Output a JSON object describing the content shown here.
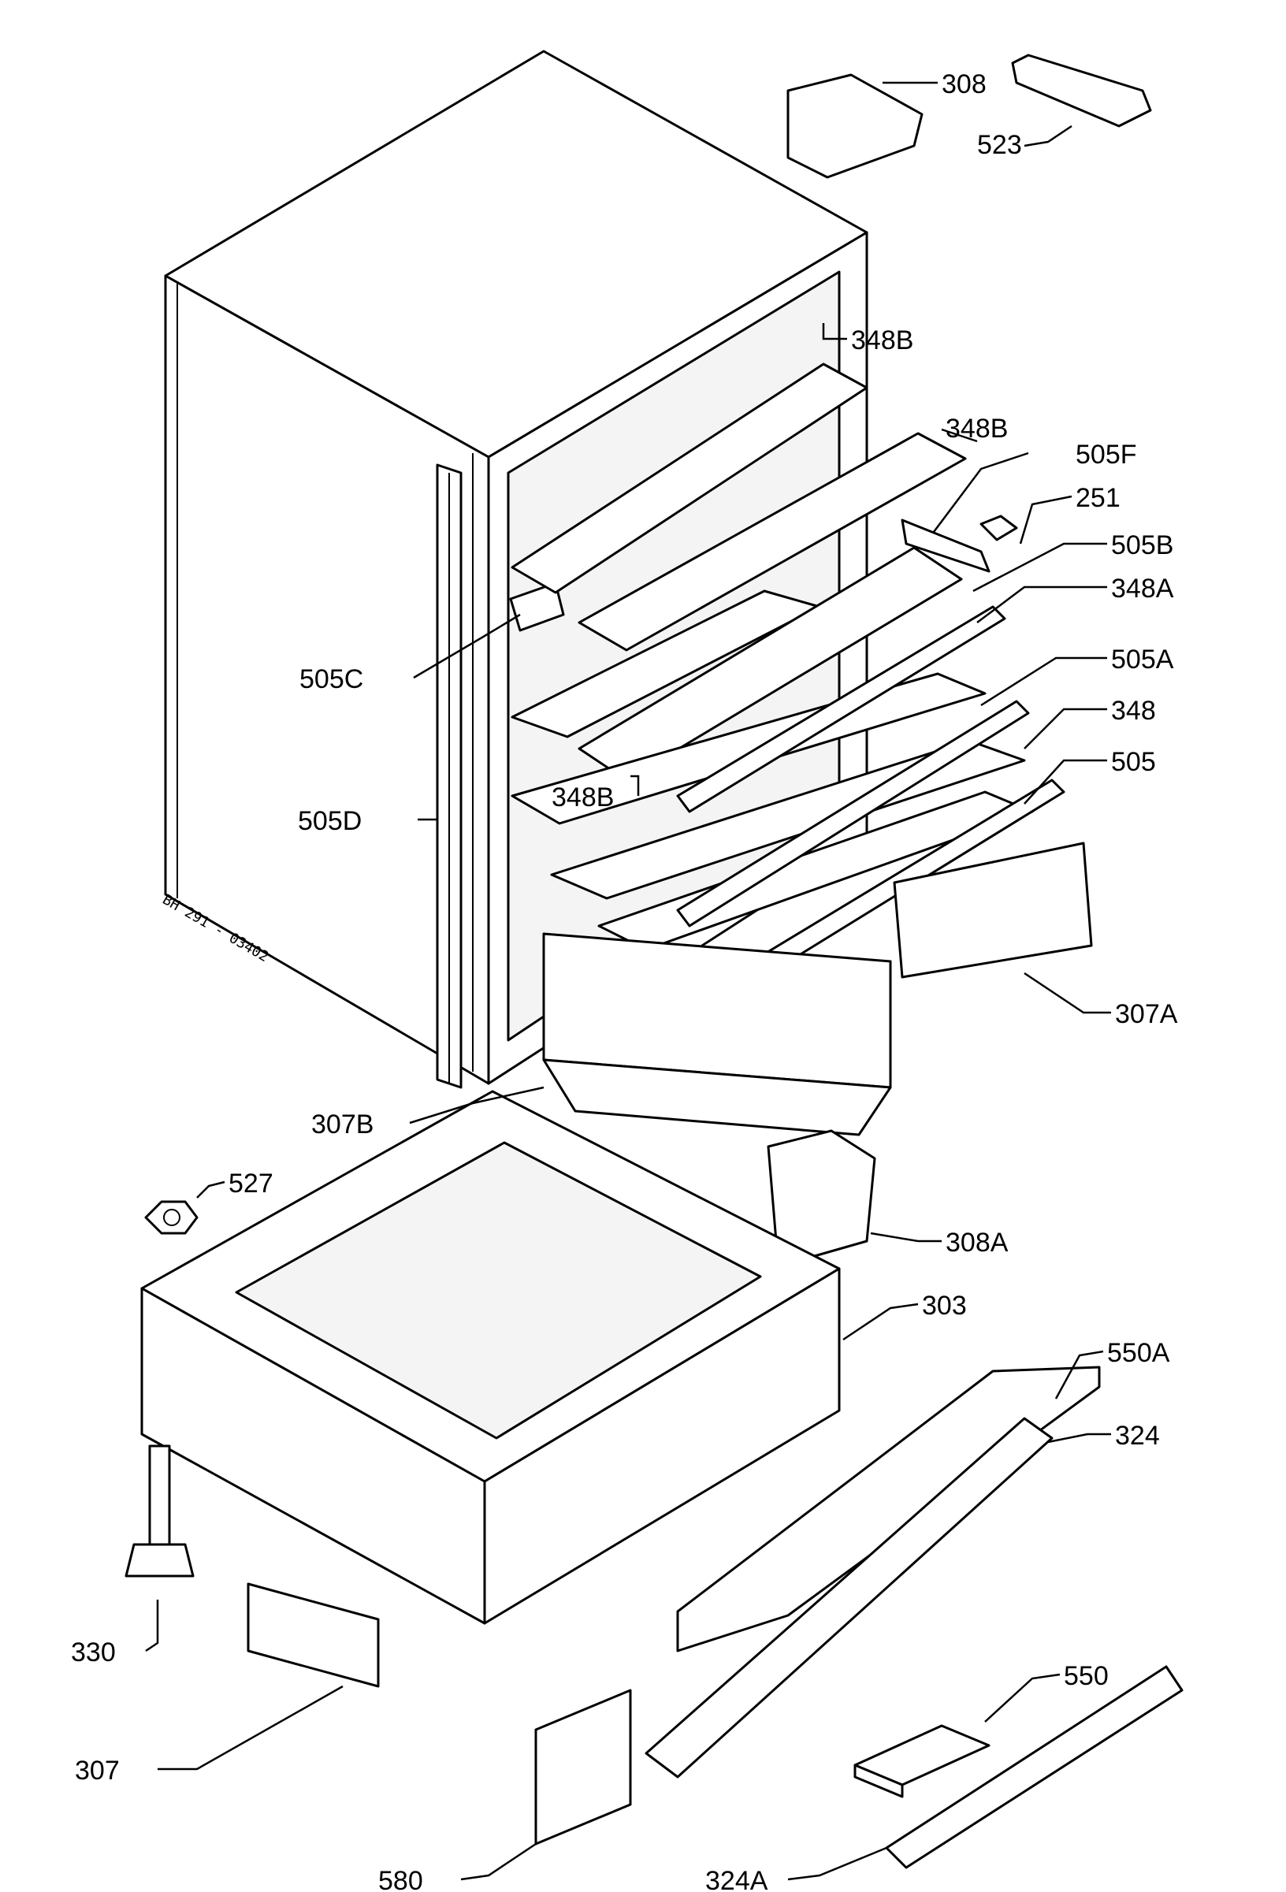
{
  "serial_code": "BH 291 - 03402",
  "callouts": [
    {
      "id": "308",
      "text": "308"
    },
    {
      "id": "523",
      "text": "523"
    },
    {
      "id": "348B-top",
      "text": "348B"
    },
    {
      "id": "348B-mid",
      "text": "348B"
    },
    {
      "id": "505F",
      "text": "505F"
    },
    {
      "id": "251",
      "text": "251"
    },
    {
      "id": "505B",
      "text": "505B"
    },
    {
      "id": "348A",
      "text": "348A"
    },
    {
      "id": "505C",
      "text": "505C"
    },
    {
      "id": "505A",
      "text": "505A"
    },
    {
      "id": "348",
      "text": "348"
    },
    {
      "id": "505",
      "text": "505"
    },
    {
      "id": "348B-low",
      "text": "348B"
    },
    {
      "id": "505D",
      "text": "505D"
    },
    {
      "id": "307A",
      "text": "307A"
    },
    {
      "id": "307B",
      "text": "307B"
    },
    {
      "id": "527",
      "text": "527"
    },
    {
      "id": "308A",
      "text": "308A"
    },
    {
      "id": "303",
      "text": "303"
    },
    {
      "id": "550A",
      "text": "550A"
    },
    {
      "id": "324",
      "text": "324"
    },
    {
      "id": "550",
      "text": "550"
    },
    {
      "id": "330",
      "text": "330"
    },
    {
      "id": "307",
      "text": "307"
    },
    {
      "id": "580",
      "text": "580"
    },
    {
      "id": "324A",
      "text": "324A"
    }
  ]
}
